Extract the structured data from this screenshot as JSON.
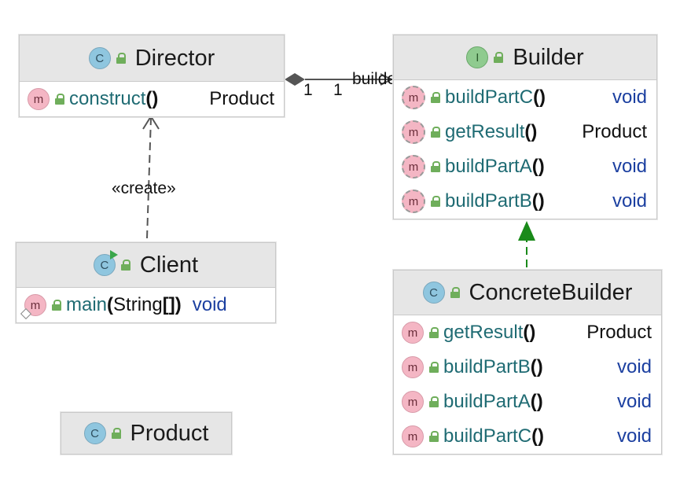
{
  "director": {
    "kind": "C",
    "name": "Director",
    "methods": [
      {
        "name": "construct",
        "parens": "()",
        "type": "Product"
      }
    ]
  },
  "builder": {
    "kind": "I",
    "name": "Builder",
    "methods": [
      {
        "name": "buildPartC",
        "parens": "()",
        "type": "void"
      },
      {
        "name": "getResult",
        "parens": "()",
        "type": "Product"
      },
      {
        "name": "buildPartA",
        "parens": "()",
        "type": "void"
      },
      {
        "name": "buildPartB",
        "parens": "()",
        "type": "void"
      }
    ]
  },
  "client": {
    "kind": "C",
    "name": "Client",
    "methods": [
      {
        "name": "main",
        "param_open": "(",
        "param": "String",
        "param_brackets": "[]",
        "param_close": ")",
        "type": "void"
      }
    ]
  },
  "concrete_builder": {
    "kind": "C",
    "name": "ConcreteBuilder",
    "methods": [
      {
        "name": "getResult",
        "parens": "()",
        "type": "Product"
      },
      {
        "name": "buildPartB",
        "parens": "()",
        "type": "void"
      },
      {
        "name": "buildPartA",
        "parens": "()",
        "type": "void"
      },
      {
        "name": "buildPartC",
        "parens": "()",
        "type": "void"
      }
    ]
  },
  "product": {
    "kind": "C",
    "name": "Product"
  },
  "relations": {
    "aggregation_role": "builder",
    "aggregation_mult_source": "1",
    "aggregation_mult_target": "1",
    "dependency_stereotype": "«create»"
  },
  "icons": {
    "method_letter": "m"
  },
  "colors": {
    "header_bg": "#e6e6e6",
    "realization_arrow": "#1a8a1a",
    "method_name": "#1f6b73",
    "void_type": "#1b3fa0"
  }
}
